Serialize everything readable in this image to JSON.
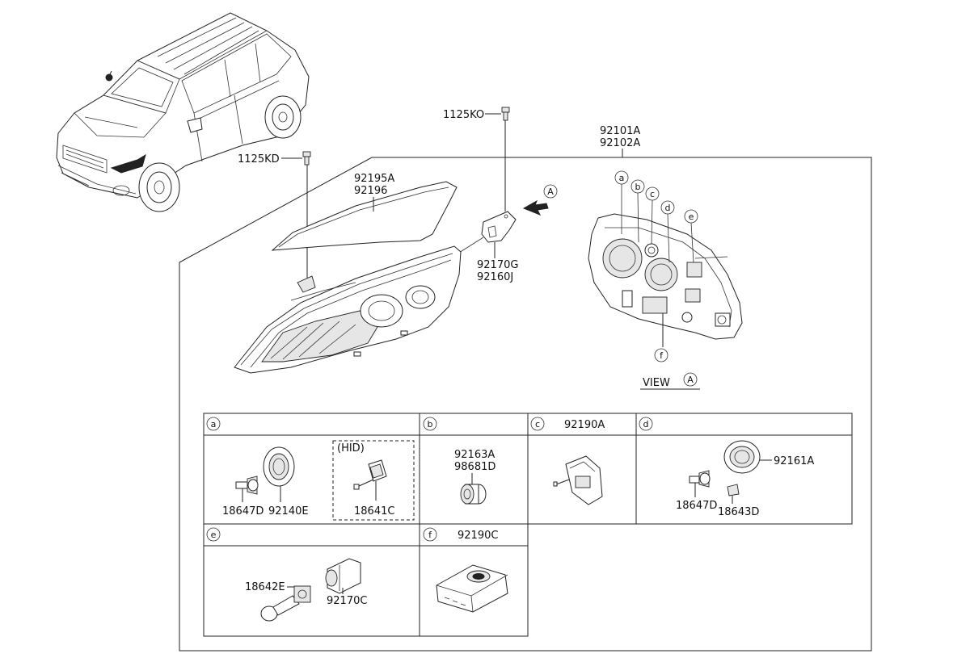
{
  "parts": {
    "bolt_top": "1125KO",
    "bolt_left": "1125KD",
    "headlamp_assy_1": "92101A",
    "headlamp_assy_2": "92102A",
    "lens_1": "92195A",
    "lens_2": "92196",
    "bracket_1": "92170G",
    "bracket_2": "92160J",
    "view_arrow": "A",
    "view_label": "VIEW",
    "view_letter": "A"
  },
  "callouts": [
    "a",
    "b",
    "c",
    "d",
    "e",
    "f"
  ],
  "table": {
    "a": {
      "letter": "a",
      "bulb": "18647D",
      "cap": "92140E",
      "hid_label": "(HID)",
      "hid_bulb": "18641C"
    },
    "b": {
      "letter": "b",
      "part_1": "92163A",
      "part_2": "98681D"
    },
    "c": {
      "letter": "c",
      "header": "92190A"
    },
    "d": {
      "letter": "d",
      "cap": "92161A",
      "bulb": "18647D",
      "screw": "18643D"
    },
    "e": {
      "letter": "e",
      "bulb": "18642E",
      "socket": "92170C"
    },
    "f": {
      "letter": "f",
      "header": "92190C"
    }
  }
}
